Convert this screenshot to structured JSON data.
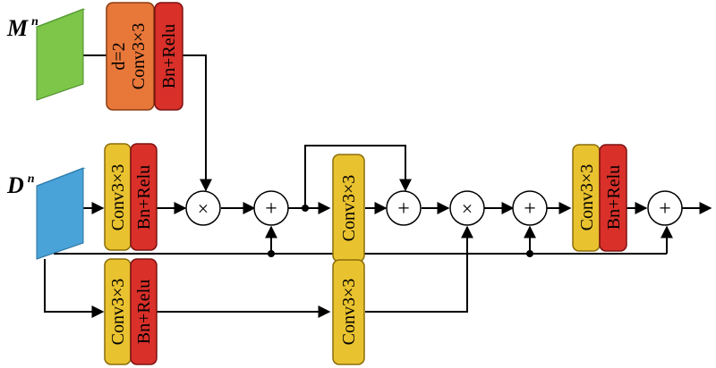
{
  "inputs": {
    "m": {
      "label": "M",
      "sup": "n"
    },
    "d": {
      "label": "D",
      "sup": "n"
    }
  },
  "blocks": {
    "dilated_conv": {
      "line1": "d=2",
      "line2": "Conv3×3"
    },
    "conv": "Conv3×3",
    "bnrelu": "Bn+Relu"
  },
  "operators": {
    "multiply": "×",
    "add": "+"
  },
  "colors": {
    "green_tensor": "#7dc64a",
    "blue_tensor": "#4aa3d8",
    "orange_block": "#e8773a",
    "yellow_block": "#e9c22f",
    "red_block": "#d9302a",
    "line": "#000000"
  }
}
